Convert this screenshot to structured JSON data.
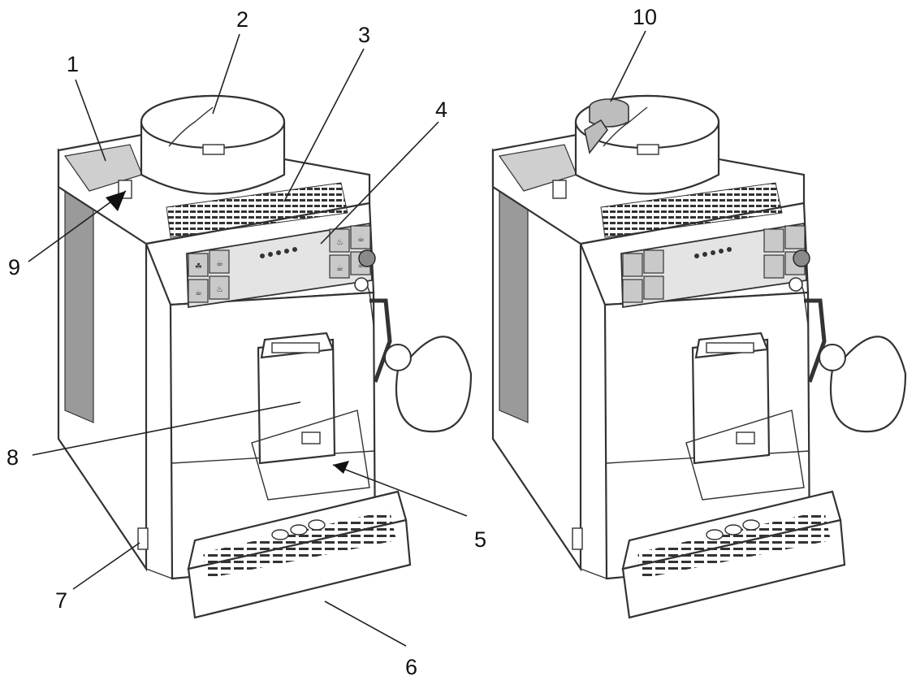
{
  "diagram": {
    "callouts": [
      {
        "id": "1",
        "label": "1"
      },
      {
        "id": "2",
        "label": "2"
      },
      {
        "id": "3",
        "label": "3"
      },
      {
        "id": "4",
        "label": "4"
      },
      {
        "id": "5",
        "label": "5"
      },
      {
        "id": "6",
        "label": "6"
      },
      {
        "id": "7",
        "label": "7"
      },
      {
        "id": "8",
        "label": "8"
      },
      {
        "id": "9",
        "label": "9"
      },
      {
        "id": "10",
        "label": "10"
      }
    ],
    "panel_glyphs": [
      "☘",
      "☕",
      "☕",
      "♨",
      "♨",
      "☕",
      "☕",
      "☕"
    ]
  }
}
